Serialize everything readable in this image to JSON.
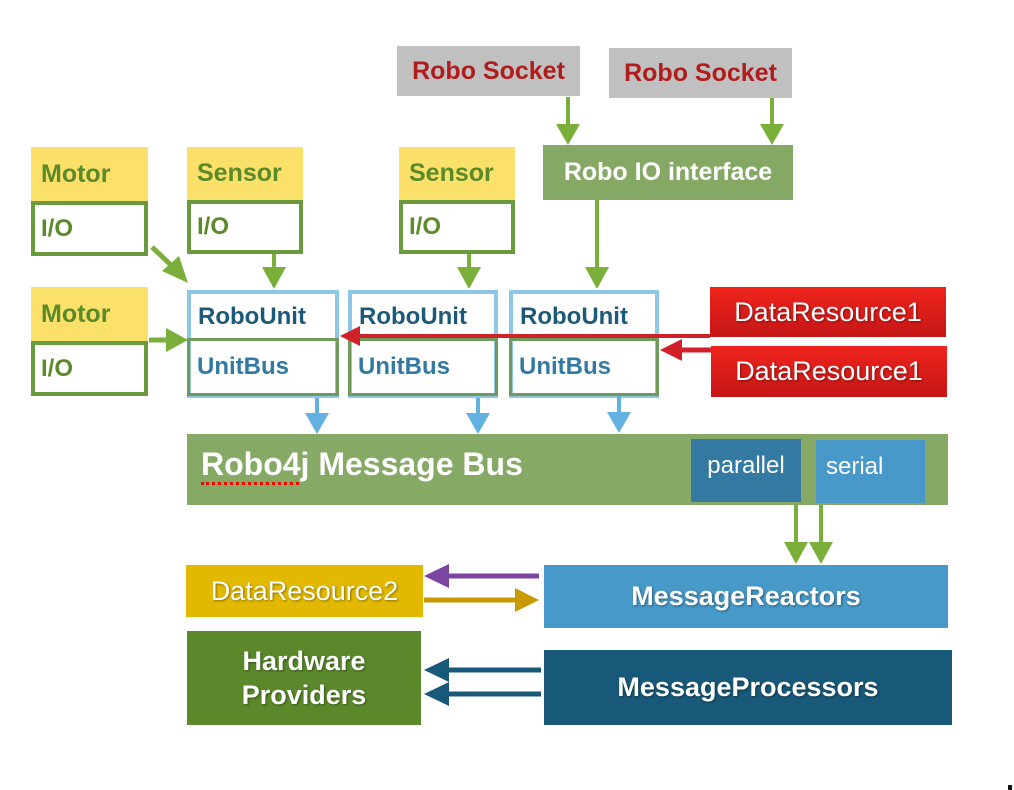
{
  "diagram": {
    "sockets": [
      {
        "label": "Robo Socket"
      },
      {
        "label": "Robo Socket"
      }
    ],
    "io_interface": {
      "label": "Robo IO interface"
    },
    "devices": [
      {
        "type": "Motor",
        "io": "I/O"
      },
      {
        "type": "Sensor",
        "io": "I/O"
      },
      {
        "type": "Sensor",
        "io": "I/O"
      },
      {
        "type": "Motor",
        "io": "I/O"
      }
    ],
    "robo_units": [
      {
        "unit": "RoboUnit",
        "bus": "UnitBus"
      },
      {
        "unit": "RoboUnit",
        "bus": "UnitBus"
      },
      {
        "unit": "RoboUnit",
        "bus": "UnitBus"
      }
    ],
    "data_resources_1": [
      {
        "label": "DataResource1"
      },
      {
        "label": "DataResource1"
      }
    ],
    "message_bus": {
      "label": "Robo4j Message Bus",
      "modes": [
        {
          "label": "parallel"
        },
        {
          "label": "serial"
        }
      ]
    },
    "data_resource_2": {
      "label": "DataResource2"
    },
    "message_reactors": {
      "label": "MessageReactors"
    },
    "hardware_providers": {
      "line1": "Hardware",
      "line2": "Providers"
    },
    "message_processors": {
      "label": "MessageProcessors"
    },
    "colors": {
      "arrow_green": "#7aaf3a",
      "arrow_blue": "#62b1e0",
      "arrow_red": "#d0202a",
      "arrow_purple": "#7a44a0",
      "arrow_gold": "#c89a00",
      "arrow_navy": "#185878"
    }
  }
}
